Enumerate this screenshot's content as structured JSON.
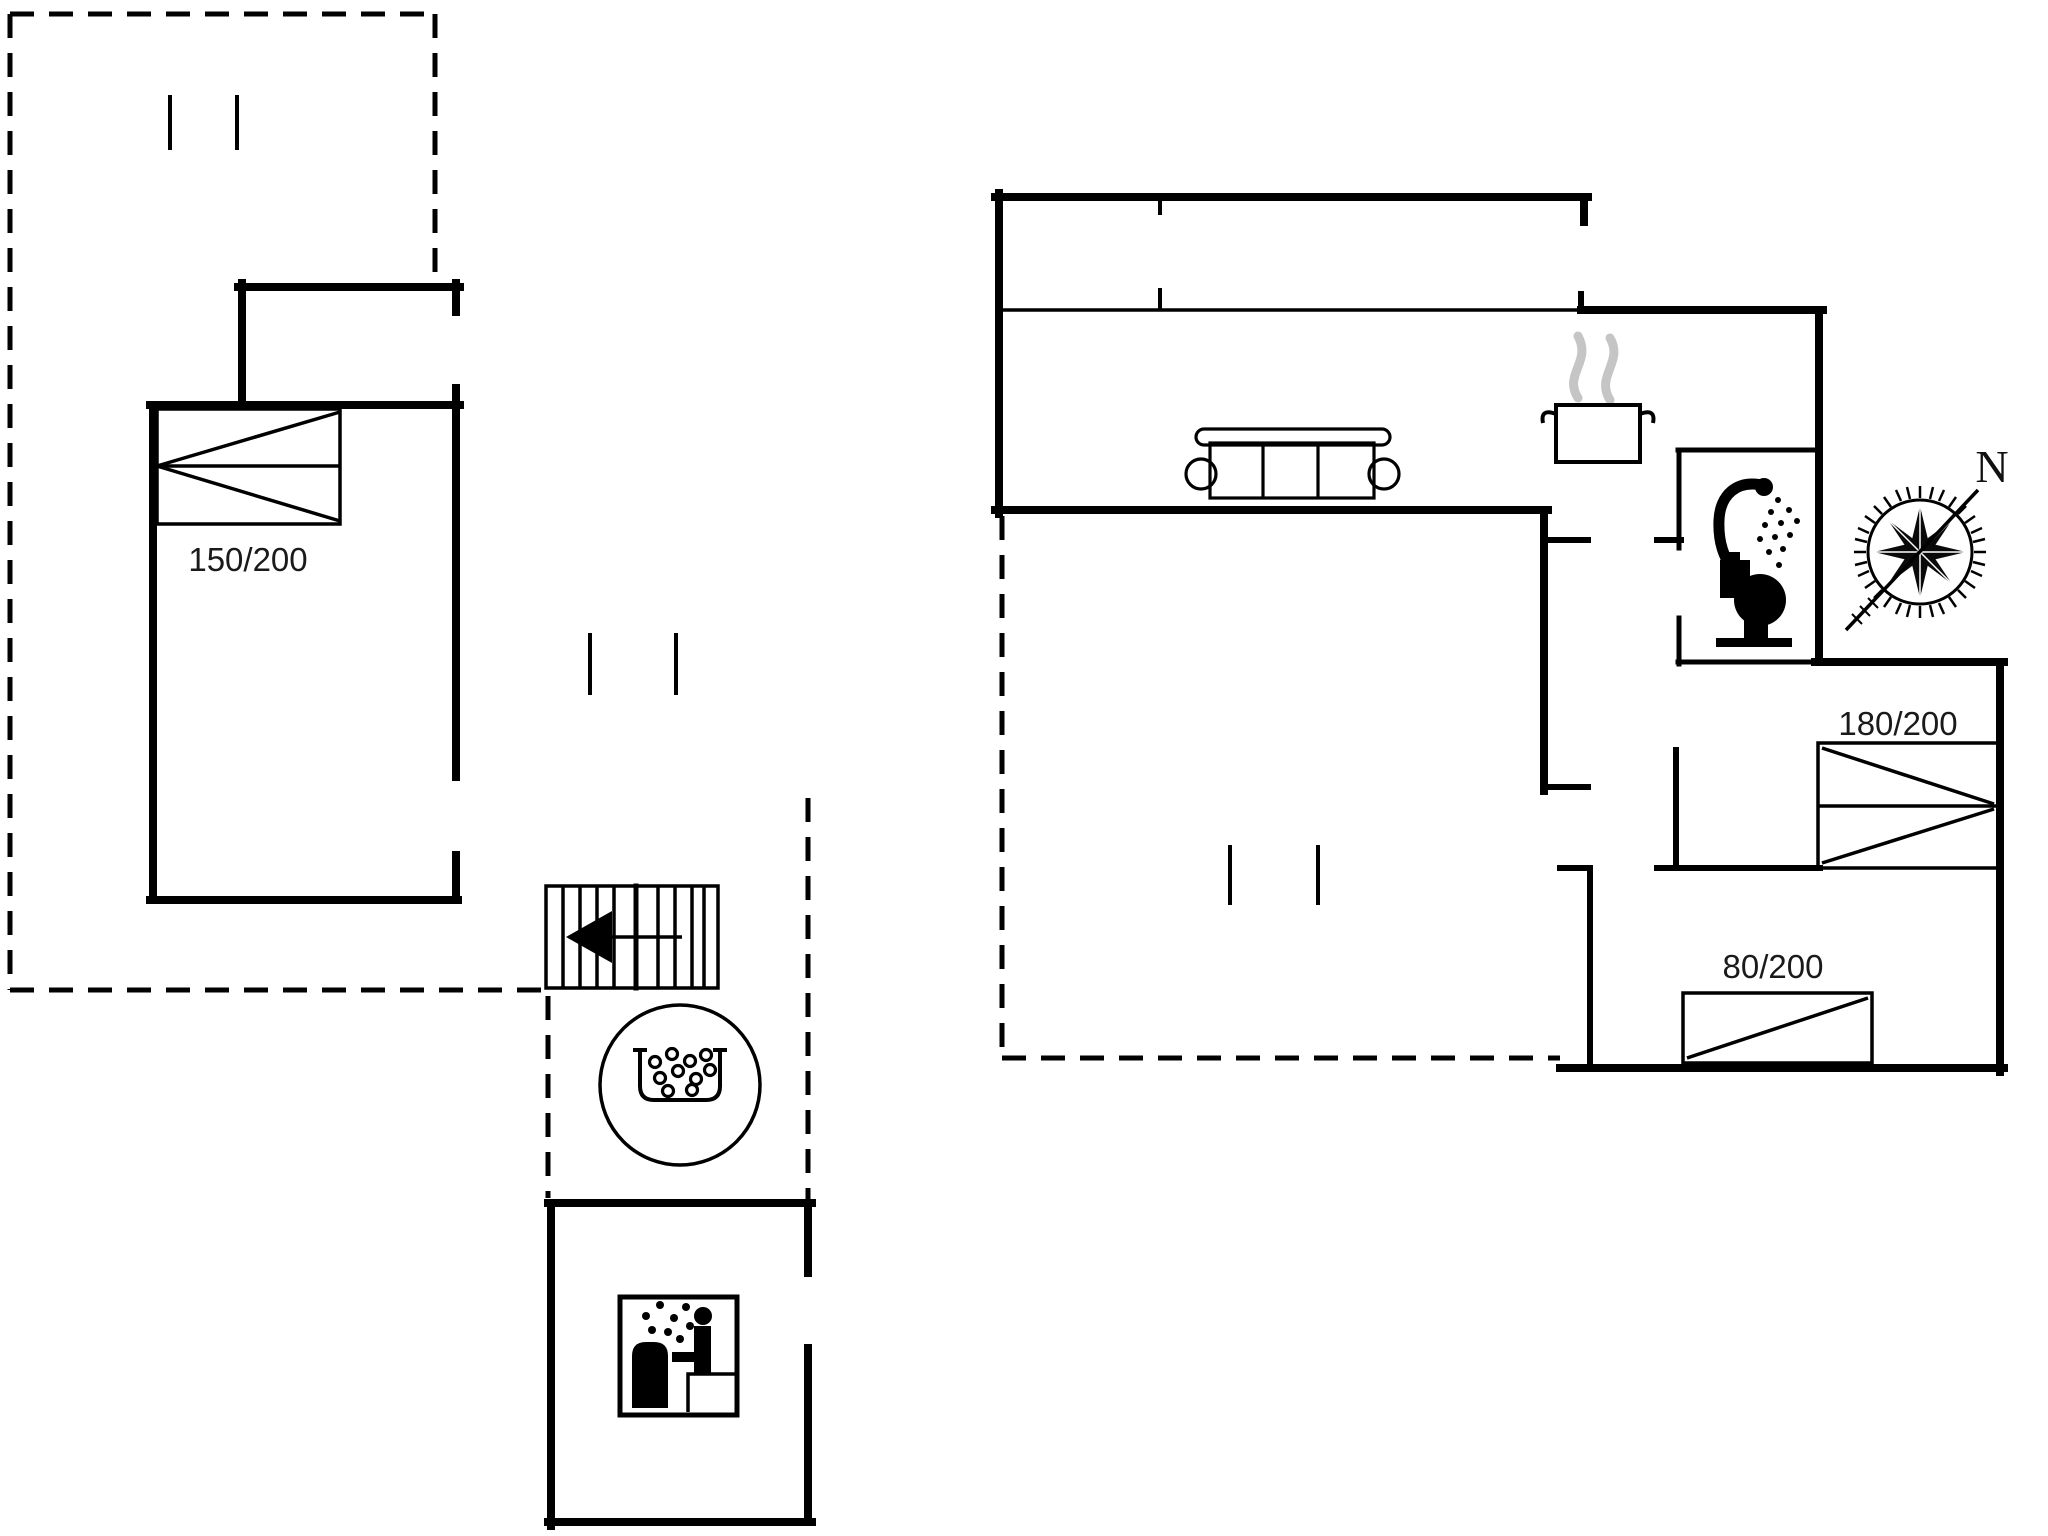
{
  "left_plan": {
    "bed_label": "150/200"
  },
  "right_plan": {
    "bed_double_label": "180/200",
    "bed_single_label": "80/200"
  },
  "compass": {
    "north_label": "N"
  },
  "icons": {
    "bed-icon": "bed with diagonal fold lines",
    "staircase-icon": "straight stair with direction arrow",
    "whirlpool-icon": "round hot tub with bubbles",
    "sauna-icon": "sauna pictogram (person, steam, stove)",
    "sofa-icon": "three-seat sofa top view",
    "cooking-pot-icon": "steaming pot (kitchen)",
    "shower-icon": "shower head with spray",
    "toilet-icon": "toilet side silhouette",
    "compass-rose-icon": "compass rose pointing north",
    "window-mark-icon": "short double tick window mark"
  },
  "colors": {
    "wall": "#000000",
    "steam": "#c5c5c5",
    "label": "#1a1a1a",
    "background": "#ffffff"
  }
}
